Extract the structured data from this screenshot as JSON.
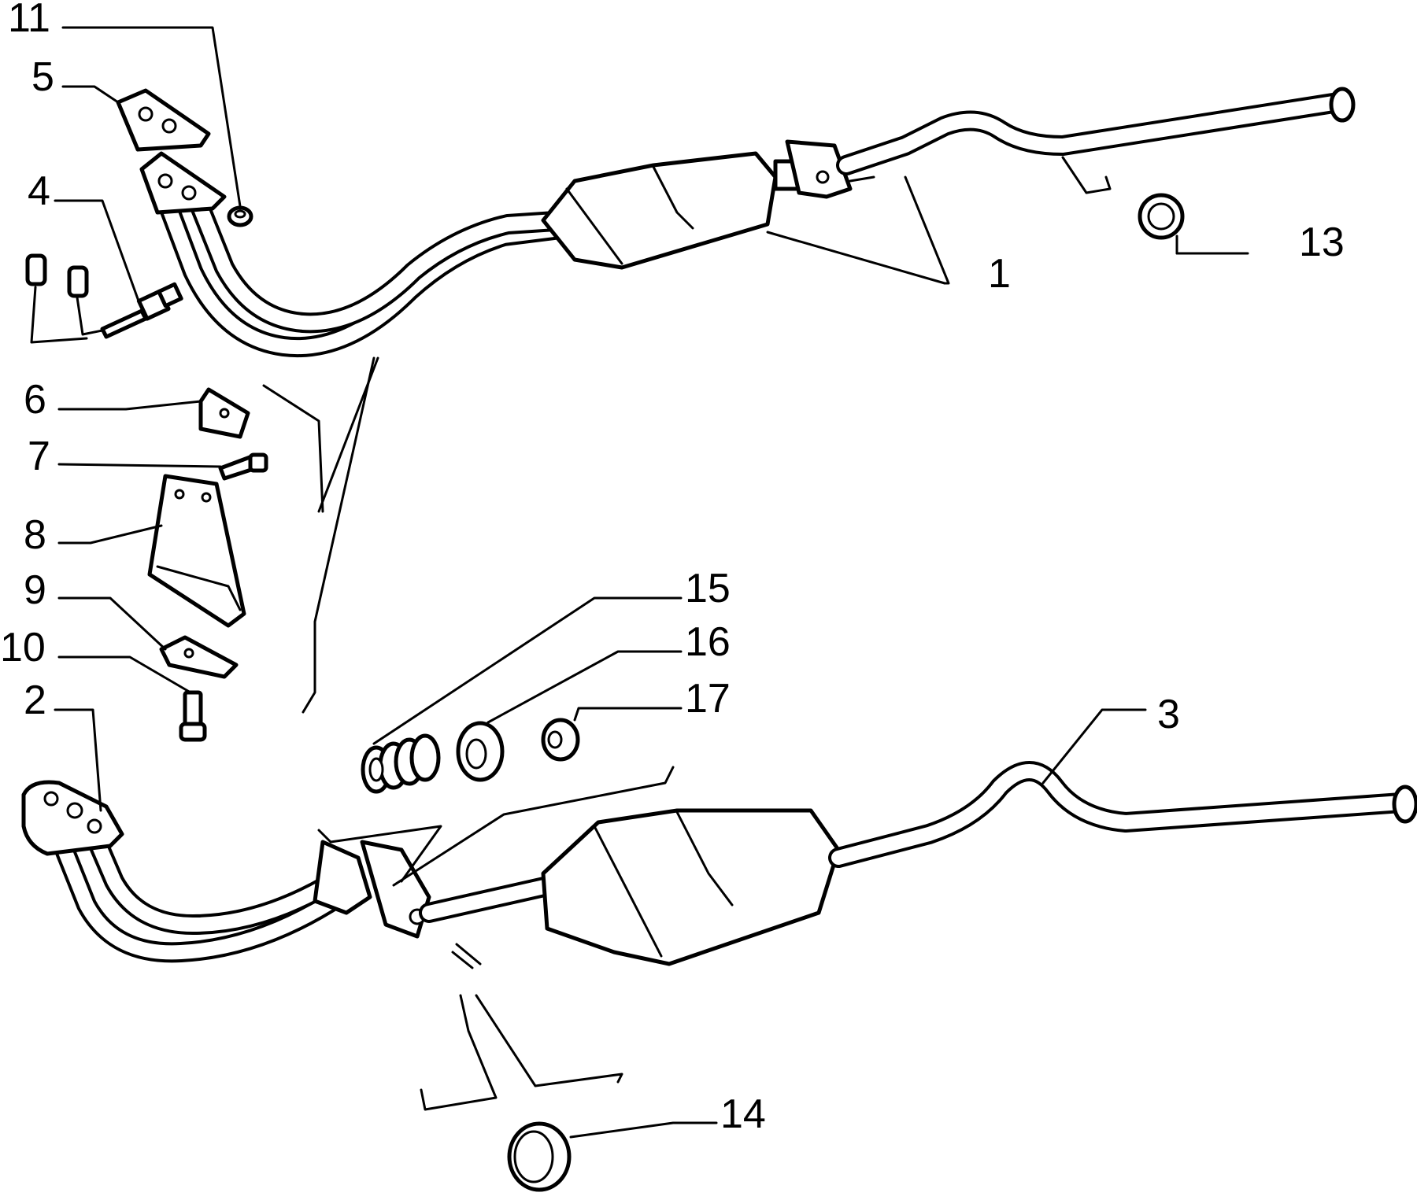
{
  "callouts": {
    "c1": "1",
    "c2": "2",
    "c3": "3",
    "c4": "4",
    "c5": "5",
    "c6": "6",
    "c7": "7",
    "c8": "8",
    "c9": "9",
    "c10": "10",
    "c11": "11",
    "c13": "13",
    "c14": "14",
    "c15": "15",
    "c16": "16",
    "c17": "17"
  }
}
